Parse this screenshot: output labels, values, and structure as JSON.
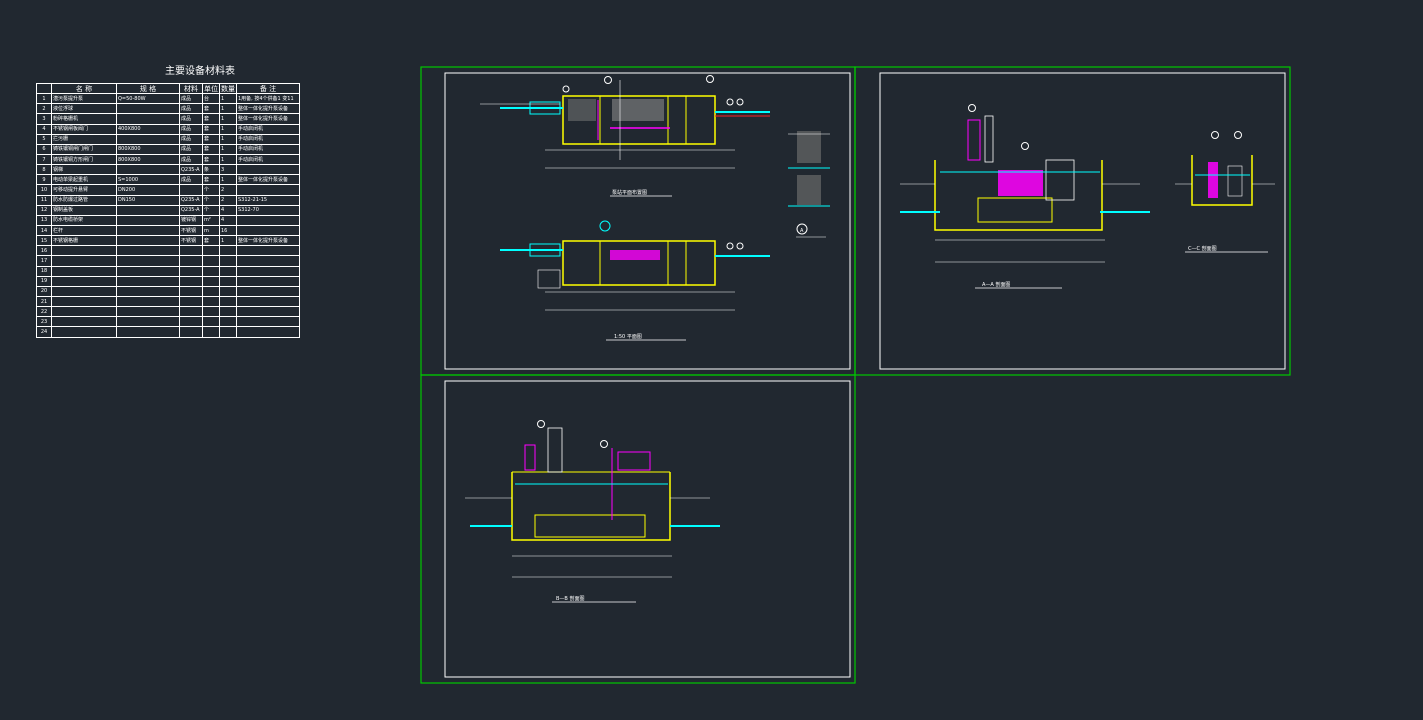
{
  "table": {
    "title": "主要设备材料表",
    "headers": [
      "名 称",
      "规 格",
      "材料",
      "单位",
      "数量",
      "备 注"
    ],
    "rows": [
      [
        "1",
        "潜污泵提升泵",
        "Q=50-80W",
        "成品",
        "台",
        "1",
        "1用备, 按4个供备1 变11"
      ],
      [
        "2",
        "液位浮球",
        "",
        "成品",
        "套",
        "1",
        "整体一体化提升泵设备"
      ],
      [
        "3",
        "粉碎格栅机",
        "",
        "成品",
        "套",
        "1",
        "整体一体化提升泵设备"
      ],
      [
        "4",
        "不锈钢闸板阀门",
        "400X800",
        "成品",
        "套",
        "1",
        "手动启闭机"
      ],
      [
        "5",
        "拦污栅",
        "",
        "成品",
        "套",
        "1",
        "手动启闭机"
      ],
      [
        "6",
        "铸铁镶铜闸门闸门",
        "800X800",
        "成品",
        "套",
        "1",
        "手动启闭机"
      ],
      [
        "7",
        "铸铁镶铜方形闸门",
        "800X800",
        "成品",
        "套",
        "1",
        "手动启闭机"
      ],
      [
        "8",
        "钢梯",
        "",
        "Q235-A",
        "条",
        "3",
        ""
      ],
      [
        "9",
        "电动单梁起重机",
        "S=1000",
        "成品",
        "套",
        "1",
        "整体一体化提升泵设备"
      ],
      [
        "10",
        "可移动提升悬臂",
        "DN200",
        "",
        "个",
        "2",
        ""
      ],
      [
        "11",
        "防水防爆过路管",
        "DN150",
        "Q235-A",
        "个",
        "2",
        "S312-21-15"
      ],
      [
        "12",
        "钢制盖板",
        "",
        "Q235-A",
        "个",
        "4",
        "S312-70"
      ],
      [
        "13",
        "防水电缆桥架",
        "",
        "镀锌钢",
        "m²",
        "4",
        ""
      ],
      [
        "14",
        "栏杆",
        "",
        "不锈钢",
        "m",
        "16",
        ""
      ],
      [
        "15",
        "不锈钢格栅",
        "",
        "不锈钢",
        "套",
        "1",
        "整体一体化提升泵设备"
      ],
      [
        "16",
        "",
        "",
        "",
        "",
        "",
        ""
      ],
      [
        "17",
        "",
        "",
        "",
        "",
        "",
        ""
      ],
      [
        "18",
        "",
        "",
        "",
        "",
        "",
        ""
      ],
      [
        "19",
        "",
        "",
        "",
        "",
        "",
        ""
      ],
      [
        "20",
        "",
        "",
        "",
        "",
        "",
        ""
      ],
      [
        "21",
        "",
        "",
        "",
        "",
        "",
        ""
      ],
      [
        "22",
        "",
        "",
        "",
        "",
        "",
        ""
      ],
      [
        "23",
        "",
        "",
        "",
        "",
        "",
        ""
      ],
      [
        "24",
        "",
        "",
        "",
        "",
        "",
        ""
      ]
    ]
  },
  "sheets": {
    "plan_upper_title": "泵站平面布置图",
    "plan_lower_title": "1:50 平面图",
    "section_aa_title": "A—A 剖面图",
    "section_cc_title": "C—C 剖面图",
    "section_bb_title": "B—B 剖面图",
    "detail_title": "A"
  },
  "colors": {
    "background": "#212830",
    "frame": "#00c800",
    "lines": "#ffffff",
    "structure": "#ffff00",
    "pipe": "#00ffff",
    "equipment": "#ff00ff",
    "annotation": "#ff4040"
  }
}
